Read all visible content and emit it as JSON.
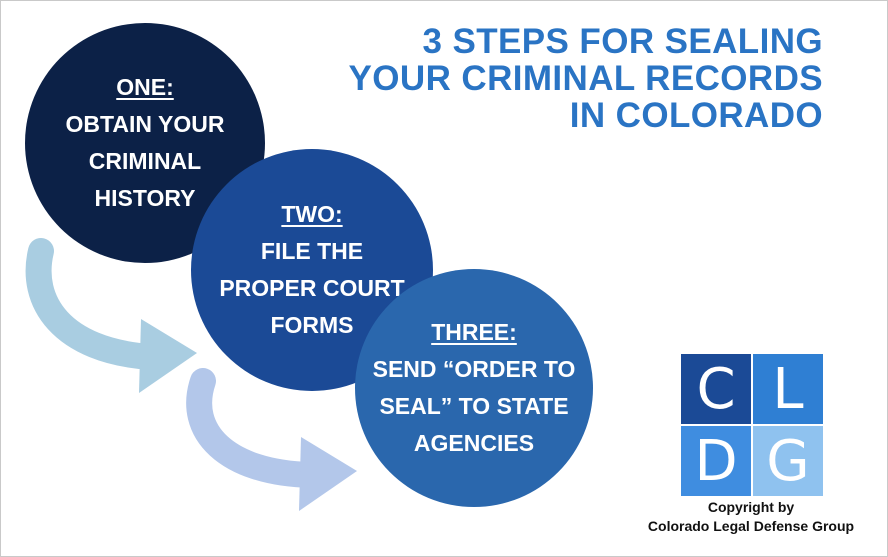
{
  "title": {
    "line1": "3 STEPS FOR SEALING",
    "line2": "YOUR CRIMINAL RECORDS",
    "line3": "IN COLORADO"
  },
  "steps": [
    {
      "heading": "ONE:",
      "lines": [
        "OBTAIN YOUR",
        "CRIMINAL",
        "HISTORY"
      ],
      "color": "#0c2147"
    },
    {
      "heading": "TWO:",
      "lines": [
        "FILE THE",
        "PROPER COURT",
        "FORMS"
      ],
      "color": "#1b4a96"
    },
    {
      "heading": "THREE:",
      "lines": [
        "SEND “ORDER TO",
        "SEAL” TO STATE",
        "AGENCIES"
      ],
      "color": "#2a67ad"
    }
  ],
  "logo": {
    "letters": [
      "C",
      "L",
      "D",
      "G"
    ]
  },
  "copyright": {
    "line1": "Copyright by",
    "line2": "Colorado Legal Defense Group"
  },
  "colors": {
    "title": "#2a74c4",
    "arrow1": "#a9cde1",
    "arrow2": "#b3c7ea"
  }
}
